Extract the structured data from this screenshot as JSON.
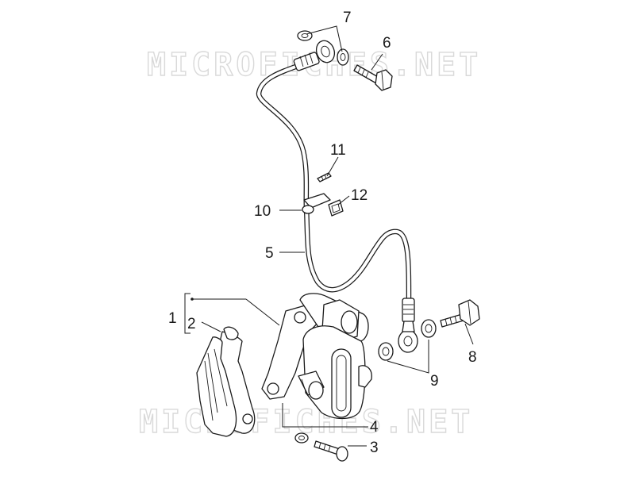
{
  "watermark": "MICROFICHES.NET",
  "callouts": [
    {
      "id": "1",
      "label": "1"
    },
    {
      "id": "2",
      "label": "2"
    },
    {
      "id": "3",
      "label": "3"
    },
    {
      "id": "4",
      "label": "4"
    },
    {
      "id": "5",
      "label": "5"
    },
    {
      "id": "6",
      "label": "6"
    },
    {
      "id": "7",
      "label": "7"
    },
    {
      "id": "8",
      "label": "8"
    },
    {
      "id": "9",
      "label": "9"
    },
    {
      "id": "10",
      "label": "10"
    },
    {
      "id": "11",
      "label": "11"
    },
    {
      "id": "12",
      "label": "12"
    }
  ]
}
